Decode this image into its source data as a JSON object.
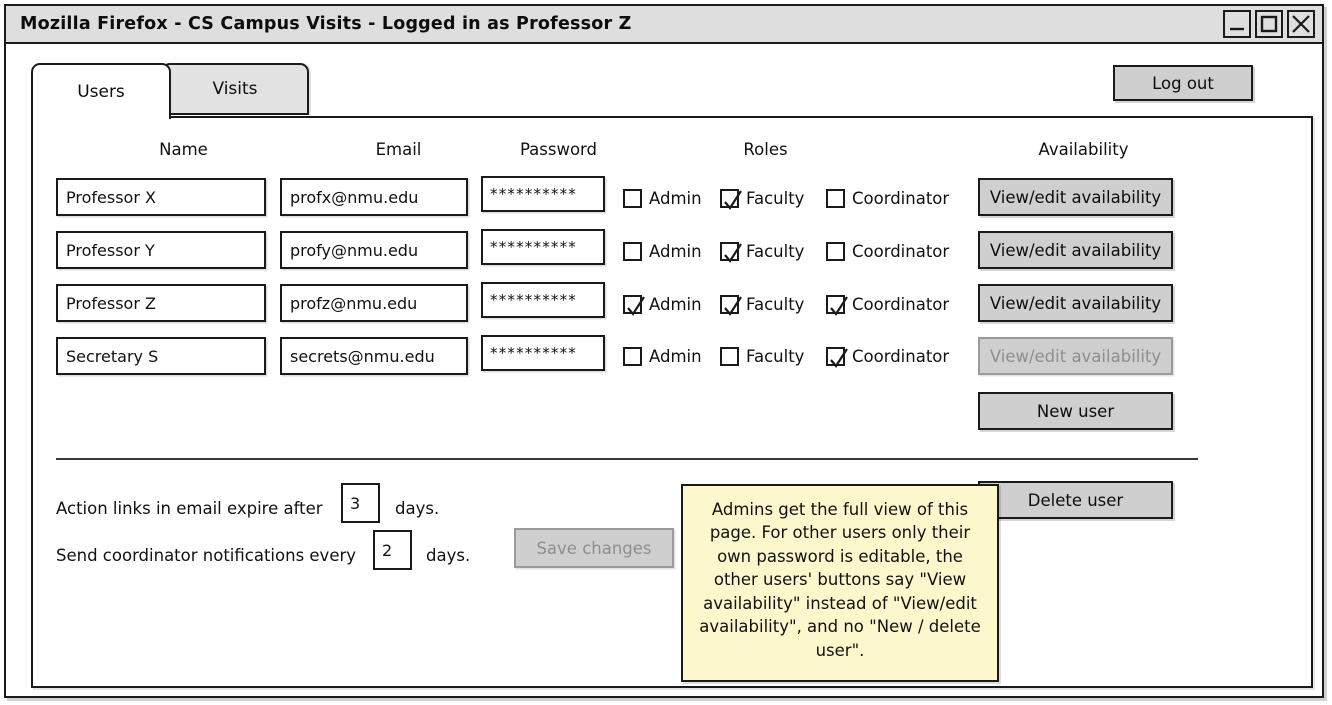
{
  "window": {
    "title": "Mozilla Firefox - CS Campus Visits - Logged in as Professor Z",
    "controls": [
      {
        "name": "minimize-button",
        "glyph": "minimize-icon"
      },
      {
        "name": "maximize-button",
        "glyph": "maximize-icon"
      },
      {
        "name": "close-button",
        "glyph": "close-icon"
      }
    ]
  },
  "tabs": [
    {
      "label": "Users",
      "active": true
    },
    {
      "label": "Visits",
      "active": false
    }
  ],
  "logout": {
    "label": "Log out"
  },
  "table": {
    "headers": [
      "Name",
      "Email",
      "Password",
      "Roles",
      "Availability"
    ],
    "role_names": [
      "Admin",
      "Faculty",
      "Coordinator"
    ],
    "rows": [
      {
        "name": "Professor X",
        "email": "profx@nmu.edu",
        "password": "**********",
        "roles": {
          "Admin": false,
          "Faculty": true,
          "Coordinator": false
        },
        "availability_label": "View/edit availability",
        "availability_enabled": true
      },
      {
        "name": "Professor Y",
        "email": "profy@nmu.edu",
        "password": "**********",
        "roles": {
          "Admin": false,
          "Faculty": true,
          "Coordinator": false
        },
        "availability_label": "View/edit availability",
        "availability_enabled": true
      },
      {
        "name": "Professor Z",
        "email": "profz@nmu.edu",
        "password": "**********",
        "roles": {
          "Admin": true,
          "Faculty": true,
          "Coordinator": true
        },
        "availability_label": "View/edit availability",
        "availability_enabled": true
      },
      {
        "name": "Secretary S",
        "email": "secrets@nmu.edu",
        "password": "**********",
        "roles": {
          "Admin": false,
          "Faculty": false,
          "Coordinator": true
        },
        "availability_label": "View/edit availability",
        "availability_enabled": false
      }
    ]
  },
  "actions": {
    "new_user": "New user",
    "delete_user": "Delete user",
    "save_changes": "Save changes"
  },
  "settings": [
    {
      "prefix": "Action links in email expire after",
      "value": "3",
      "suffix": "days."
    },
    {
      "prefix": "Send coordinator notifications every",
      "value": "2",
      "suffix": "days."
    }
  ],
  "sticky_note": {
    "text": "Admins get the full view of this page. For other users only their own password is editable, the other users' buttons say \"View availability\" instead of \"View/edit availability\", and no \"New / delete user\"."
  },
  "colors": {
    "ink": "#1a1a1a",
    "titlebar": "#dedede",
    "button_face": "#cfcfcf",
    "disabled_text": "#8e8e8e",
    "sticky": "#fcf8cc",
    "tab_inactive": "#e2e2e2"
  }
}
